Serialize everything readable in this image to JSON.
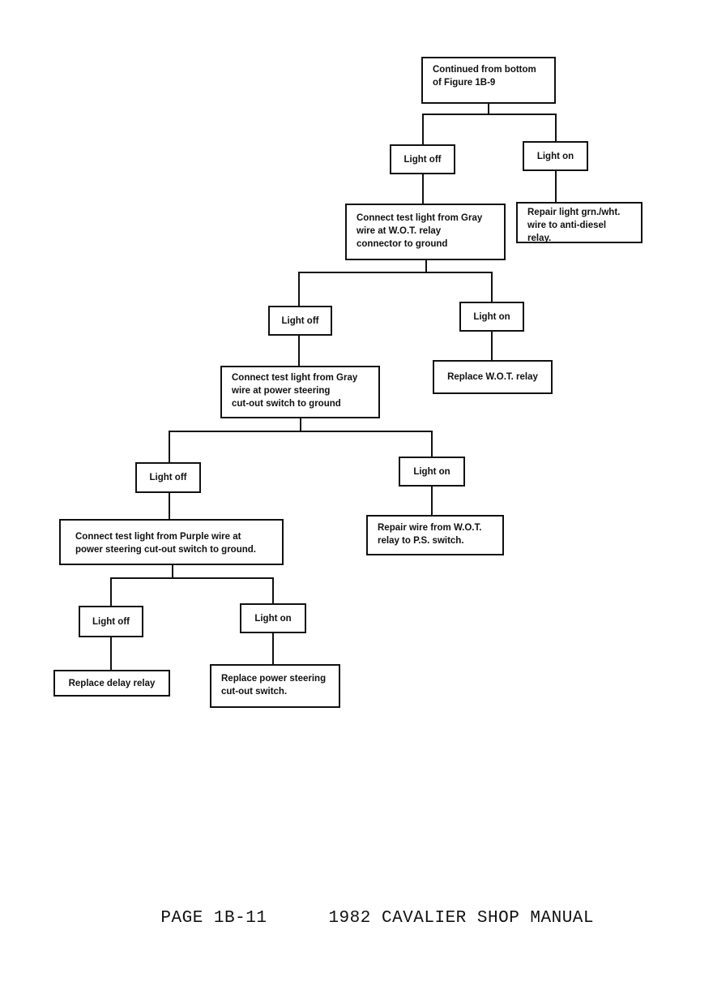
{
  "flowchart": {
    "start": "Continued from bottom\nof Figure 1B-9",
    "level1": {
      "off": "Light off",
      "on": "Light on",
      "on_action": "Repair light grn./wht.\nwire to anti-diesel\nrelay.",
      "off_action": "Connect test light from Gray\nwire at W.O.T. relay\nconnector to ground"
    },
    "level2": {
      "off": "Light off",
      "on": "Light on",
      "on_action": "Replace W.O.T. relay",
      "off_action": "Connect test light from Gray\nwire at power steering\ncut-out switch to ground"
    },
    "level3": {
      "off": "Light off",
      "on": "Light on",
      "on_action": "Repair wire from W.O.T.\nrelay to P.S. switch.",
      "off_action": "Connect test light from Purple wire at\npower steering cut-out switch to ground."
    },
    "level4": {
      "off": "Light off",
      "on": "Light on",
      "off_action": "Replace delay relay",
      "on_action": "Replace power steering\ncut-out switch."
    }
  },
  "footer": {
    "page": "PAGE 1B-11",
    "title": "1982 CAVALIER SHOP MANUAL"
  }
}
